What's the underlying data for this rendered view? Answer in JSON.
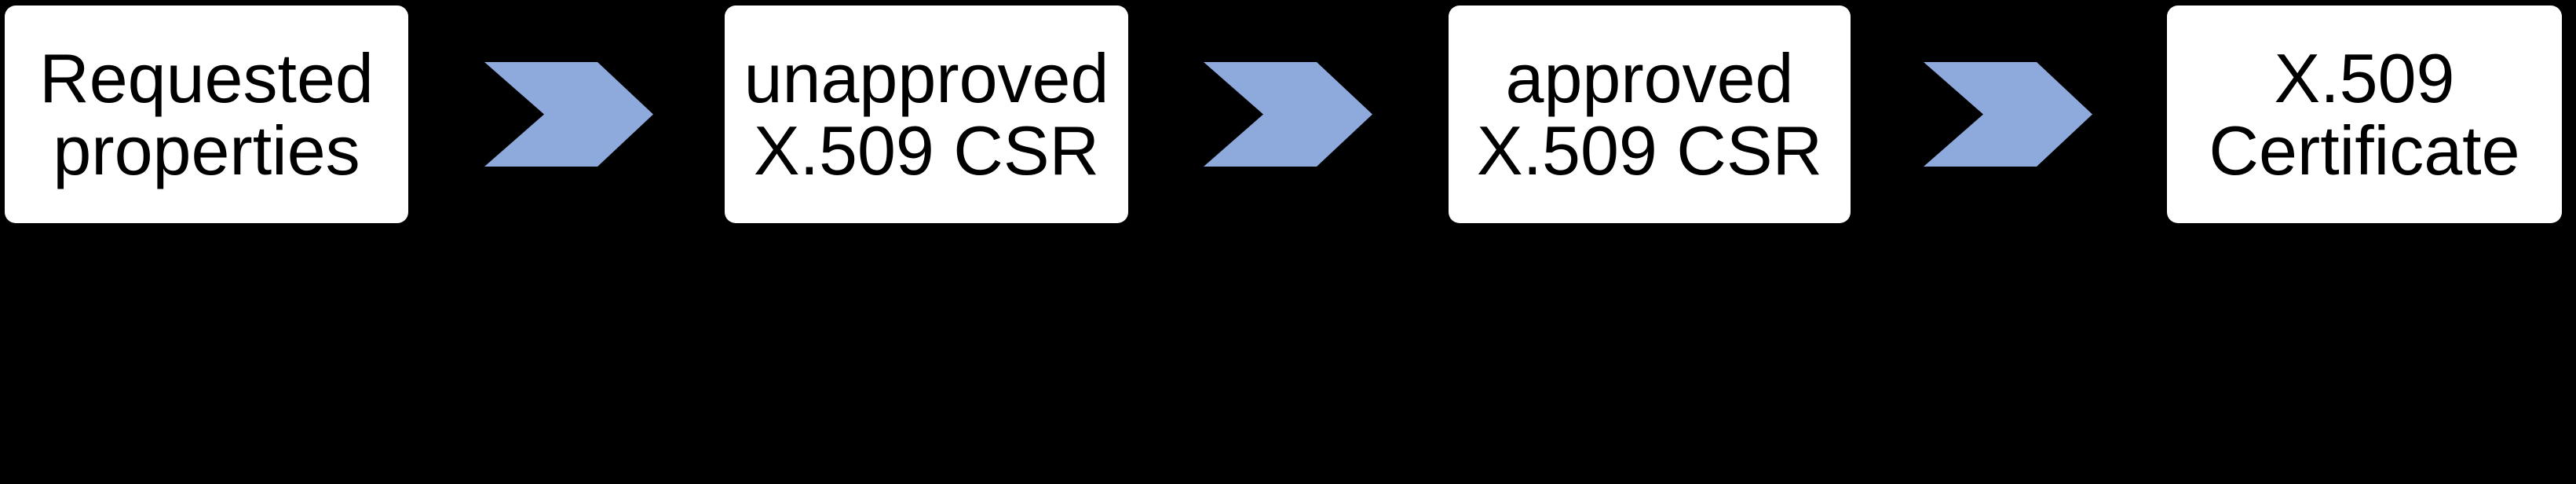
{
  "colors": {
    "background": "#000000",
    "node_fill": "#ffffff",
    "node_text": "#000000",
    "arrow_fill": "#8ea9db"
  },
  "nodes": [
    {
      "label": "Requested properties",
      "line1": "Requested",
      "line2": "properties"
    },
    {
      "label": "unapproved X.509 CSR",
      "line1": "unapproved",
      "line2": "X.509 CSR"
    },
    {
      "label": "approved X.509 CSR",
      "line1": "approved",
      "line2": "X.509 CSR"
    },
    {
      "label": "X.509 Certificate",
      "line1": "X.509",
      "line2": "Certificate"
    }
  ]
}
